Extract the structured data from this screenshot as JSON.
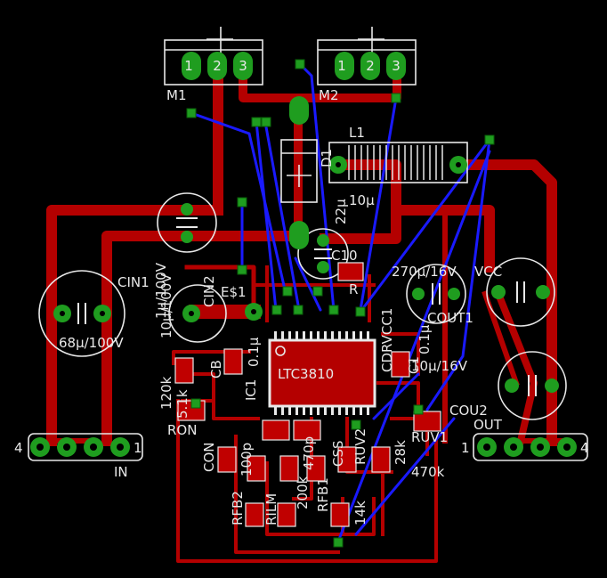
{
  "colors": {
    "background": "#000000",
    "top_copper": "#b40000",
    "bottom_copper": "#1a1aff",
    "pad": "#1f9d1f",
    "silkscreen": "#e8e8e8",
    "smd_pad": "#c00000"
  },
  "labels": {
    "m1": "M1",
    "m2": "M2",
    "m1_pins": [
      "1",
      "2",
      "3"
    ],
    "m2_pins": [
      "1",
      "2",
      "3"
    ],
    "l1": "L1",
    "l1_value": "10µ",
    "d1": "D1",
    "d1_value": "22µ",
    "cin1": "CIN1",
    "cin1_value": "68µ/100V",
    "cin2": "CIN2",
    "cin2_value": "1µ/100V",
    "c_top": "10µ/100V",
    "es1": "E$1",
    "c10": "C10",
    "r_top": "R",
    "ic1": "IC1",
    "ic1_value": "0.1µ",
    "ltc": "LTC3810",
    "cdrvcc1": "CDRVCC1",
    "c1": "C1",
    "c1_value": "0.1µ",
    "cout_value": "270µ/16V",
    "cout1": "COUT1",
    "cout2_value": "10µ/16V",
    "cou2": "COU2",
    "vcc": "VCC",
    "out": "OUT",
    "in": "IN",
    "in_pin_left": "4",
    "in_pin_right": "1",
    "out_pin_left": "1",
    "out_pin_right": "4",
    "ron": "RON",
    "r120k": "120k",
    "cb": "CB",
    "ron_value": "5.1k",
    "con": "CON",
    "c100p": "100p",
    "c470p": "470p",
    "rfb2": "RFB2",
    "rfb1": "RFB1",
    "rilm": "RILM",
    "rfb1_value": "200k",
    "css": "CSS",
    "c28k": "28k",
    "ruv1": "RUV1",
    "ruv2": "RUV2",
    "r470k": "470k",
    "r14k": "14k"
  }
}
